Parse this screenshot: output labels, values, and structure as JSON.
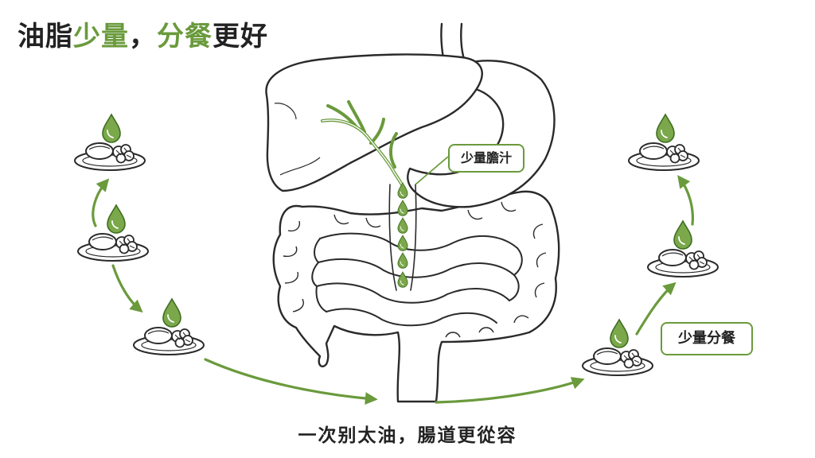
{
  "title": {
    "part1": "油脂",
    "part2": "少量",
    "part3": "，",
    "part4": "分餐",
    "part5": "更好"
  },
  "caption": "一次别太油，腸道更從容",
  "labels": {
    "bile": "少量膽汁",
    "small_meals": "少量分餐"
  },
  "colors": {
    "accent": "#6a9a3c",
    "outline": "#2a2a2a",
    "text": "#222222",
    "background": "#ffffff"
  },
  "icons": [
    "oil-drop-icon",
    "plate-icon",
    "arrow-icon",
    "liver-icon",
    "stomach-icon",
    "intestine-icon",
    "bile-duct-icon"
  ]
}
